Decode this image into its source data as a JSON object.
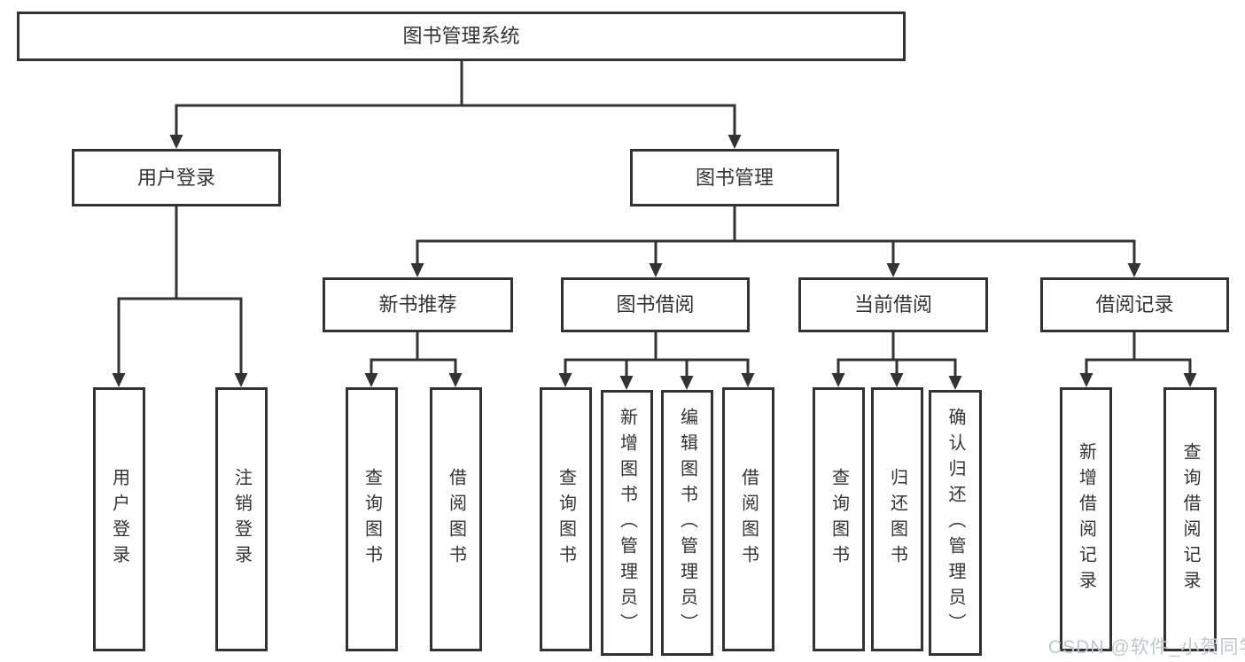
{
  "diagram": {
    "title": "图书管理系统",
    "root": "图书管理系统",
    "level2": [
      "用户登录",
      "图书管理"
    ],
    "level3": [
      "新书推荐",
      "图书借阅",
      "当前借阅",
      "借阅记录"
    ],
    "leaves": {
      "login": [
        "用户登录",
        "注销登录"
      ],
      "recommend": [
        "查询图书",
        "借阅图书"
      ],
      "borrow": [
        "查询图书",
        "新增图书（管理员）",
        "编辑图书（管理员）",
        "借阅图书"
      ],
      "current": [
        "查询图书",
        "归还图书",
        "确认归还（管理员）"
      ],
      "records": [
        "新增借阅记录",
        "查询借阅记录"
      ]
    }
  },
  "watermark": "CSDN @软件_小贺同学",
  "colors": {
    "line": "#333333",
    "box_border": "#333333",
    "text": "#333333",
    "watermark": "#c2c5ca",
    "background": "#ffffff"
  }
}
